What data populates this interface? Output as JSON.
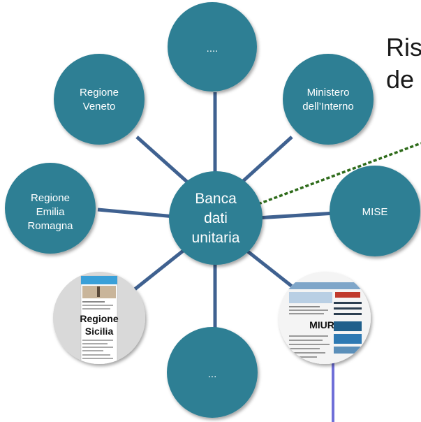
{
  "title": {
    "line1": "Ris",
    "line2": "de"
  },
  "center": {
    "lines": [
      "Banca",
      "dati",
      "unitaria"
    ]
  },
  "nodes": [
    {
      "id": "top",
      "lines": [
        "...."
      ]
    },
    {
      "id": "ministero-interno",
      "lines": [
        "Ministero",
        "dell’Interno"
      ]
    },
    {
      "id": "regione-veneto",
      "lines": [
        "Regione",
        "Veneto"
      ]
    },
    {
      "id": "regione-emilia-romagna",
      "lines": [
        "Regione",
        "Emilia",
        "Romagna"
      ]
    },
    {
      "id": "mise",
      "lines": [
        "MISE"
      ]
    },
    {
      "id": "bottom",
      "lines": [
        "..."
      ]
    }
  ],
  "thumbnails": [
    {
      "id": "regione-sicilia",
      "lines": [
        "Regione",
        "Sicilia"
      ]
    },
    {
      "id": "miur",
      "lines": [
        "MIUR"
      ]
    }
  ],
  "colors": {
    "node_fill": "#2e7f94",
    "node_shadow": "#9aa7ad",
    "connector": "#3f6190",
    "dashed_link": "#2e6b1a",
    "vertical_link": "#6f6fd8",
    "thumb_bg": "#d9d9d9"
  }
}
